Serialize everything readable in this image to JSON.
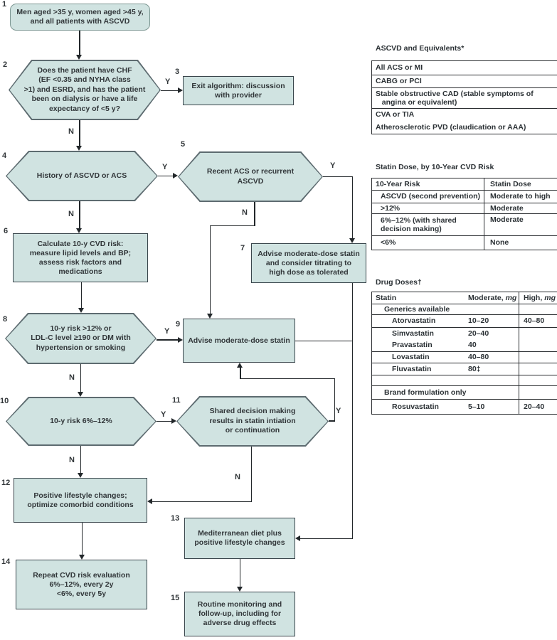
{
  "labels": {
    "yes": "Y",
    "no": "N"
  },
  "nodes": {
    "n1": {
      "num": "1",
      "text": "Men aged >35 y, women aged >45 y,\nand all patients with ASCVD"
    },
    "n2": {
      "num": "2",
      "text": "Does the patient have CHF\n(EF <0.35 and NYHA class\n>1) and ESRD, and has the patient\nbeen on dialysis or have a life\nexpectancy of <5 y?"
    },
    "n3": {
      "num": "3",
      "text": "Exit algorithm: discussion\nwith provider"
    },
    "n4": {
      "num": "4",
      "text": "History of ASCVD or ACS"
    },
    "n5": {
      "num": "5",
      "text": "Recent ACS or recurrent\nASCVD"
    },
    "n6": {
      "num": "6",
      "text": "Calculate 10-y CVD risk:\nmeasure lipid levels and BP;\nassess risk factors and\nmedications"
    },
    "n7": {
      "num": "7",
      "text": "Advise moderate-dose statin\nand consider titrating to\nhigh dose as tolerated"
    },
    "n8": {
      "num": "8",
      "text": "10-y risk >12% or\nLDL-C level ≥190 or DM with\nhypertension or smoking"
    },
    "n9": {
      "num": "9",
      "text": "Advise moderate-dose statin"
    },
    "n10": {
      "num": "10",
      "text": "10-y risk 6%–12%"
    },
    "n11": {
      "num": "11",
      "text": "Shared decision making\nresults in statin intiation\nor continuation"
    },
    "n12": {
      "num": "12",
      "text": "Positive lifestyle changes;\noptimize comorbid conditions"
    },
    "n13": {
      "num": "13",
      "text": "Mediterranean diet plus\npositive lifestyle changes"
    },
    "n14": {
      "num": "14",
      "text": "Repeat CVD risk evaluation\n6%–12%, every 2y\n<6%, every 5y"
    },
    "n15": {
      "num": "15",
      "text": "Routine monitoring and\nfollow-up, including for\nadverse drug effects"
    }
  },
  "tables": {
    "ascvd": {
      "title": "ASCVD and Equivalents*",
      "rows": [
        "All ACS or MI",
        "CABG or PCI",
        "Stable obstructive CAD (stable symptoms of\n   angina or equivalent)",
        "CVA or TIA",
        "Atherosclerotic PVD (claudication or AAA)"
      ]
    },
    "statin_dose": {
      "title": "Statin Dose, by 10-Year CVD Risk",
      "col_risk": "10-Year Risk",
      "col_dose": "Statin Dose",
      "rows": [
        {
          "risk": "ASCVD (second prevention)",
          "dose": "Moderate to high"
        },
        {
          "risk": ">12%",
          "dose": "Moderate"
        },
        {
          "risk": "6%–12% (with shared\ndecision making)",
          "dose": "Moderate"
        },
        {
          "risk": "<6%",
          "dose": "None"
        }
      ]
    },
    "drug_doses": {
      "title": "Drug Doses†",
      "col_statin": "Statin",
      "col_moderate": "Moderate,",
      "col_high": "High,",
      "unit": "mg",
      "rows": [
        {
          "name": "Generics available",
          "moderate": "",
          "high": ""
        },
        {
          "name": "Atorvastatin",
          "moderate": "10–20",
          "high": "40–80"
        },
        {
          "name": "Simvastatin",
          "moderate": "20–40",
          "high": ""
        },
        {
          "name": "Pravastatin",
          "moderate": "40",
          "high": ""
        },
        {
          "name": "Lovastatin",
          "moderate": "40–80",
          "high": ""
        },
        {
          "name": "Fluvastatin",
          "moderate": "80‡",
          "high": ""
        },
        {
          "name": "",
          "moderate": "",
          "high": ""
        },
        {
          "name": "Brand formulation only",
          "moderate": "",
          "high": ""
        },
        {
          "name": "Rosuvastatin",
          "moderate": "5–10",
          "high": "20–40"
        }
      ]
    }
  },
  "colors": {
    "box_fill": "#d0e3e1",
    "line": "#22272a",
    "hex_border": "#5d6b70",
    "rect_border": "#3a464c"
  }
}
